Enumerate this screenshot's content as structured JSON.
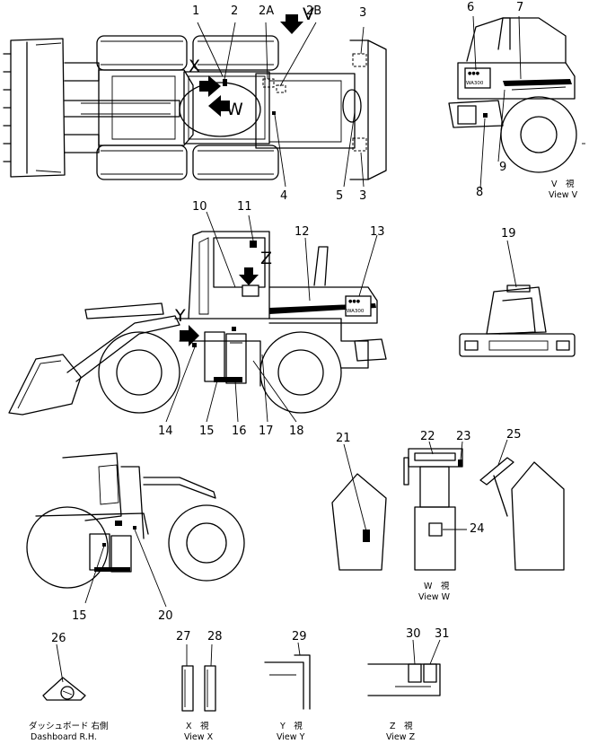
{
  "view_letters": {
    "x": "X",
    "v": "V",
    "w": "W",
    "z": "Z",
    "y": "Y"
  },
  "part_numbers": {
    "p1": "1",
    "p2": "2",
    "p2a": "2A",
    "p2b": "2B",
    "p3a": "3",
    "p3b": "3",
    "p4": "4",
    "p5": "5",
    "p6": "6",
    "p7": "7",
    "p8": "8",
    "p9": "9",
    "p10": "10",
    "p11": "11",
    "p12": "12",
    "p13": "13",
    "p14": "14",
    "p15": "15",
    "p15b": "15",
    "p16": "16",
    "p17": "17",
    "p18": "18",
    "p19": "19",
    "p20": "20",
    "p21": "21",
    "p22": "22",
    "p23": "23",
    "p24": "24",
    "p25": "25",
    "p26": "26",
    "p27": "27",
    "p28": "28",
    "p29": "29",
    "p30": "30",
    "p31": "31"
  },
  "model_badge": "WA300",
  "captions": {
    "view_v_jp": "V　視",
    "view_v_en": "View V",
    "view_w_jp": "W　視",
    "view_w_en": "View W",
    "dash_jp": "ダッシュボード 右側",
    "dash_en": "Dashboard  R.H.",
    "view_x_jp": "X　視",
    "view_x_en": "View X",
    "view_y_jp": "Y　視",
    "view_y_en": "View Y",
    "view_z_jp": "Z　視",
    "view_z_en": "View Z"
  },
  "colors": {
    "line": "#000000",
    "background": "#ffffff"
  },
  "icons": [
    "arrow-down-icon",
    "arrow-right-icon",
    "arrow-left-icon"
  ]
}
